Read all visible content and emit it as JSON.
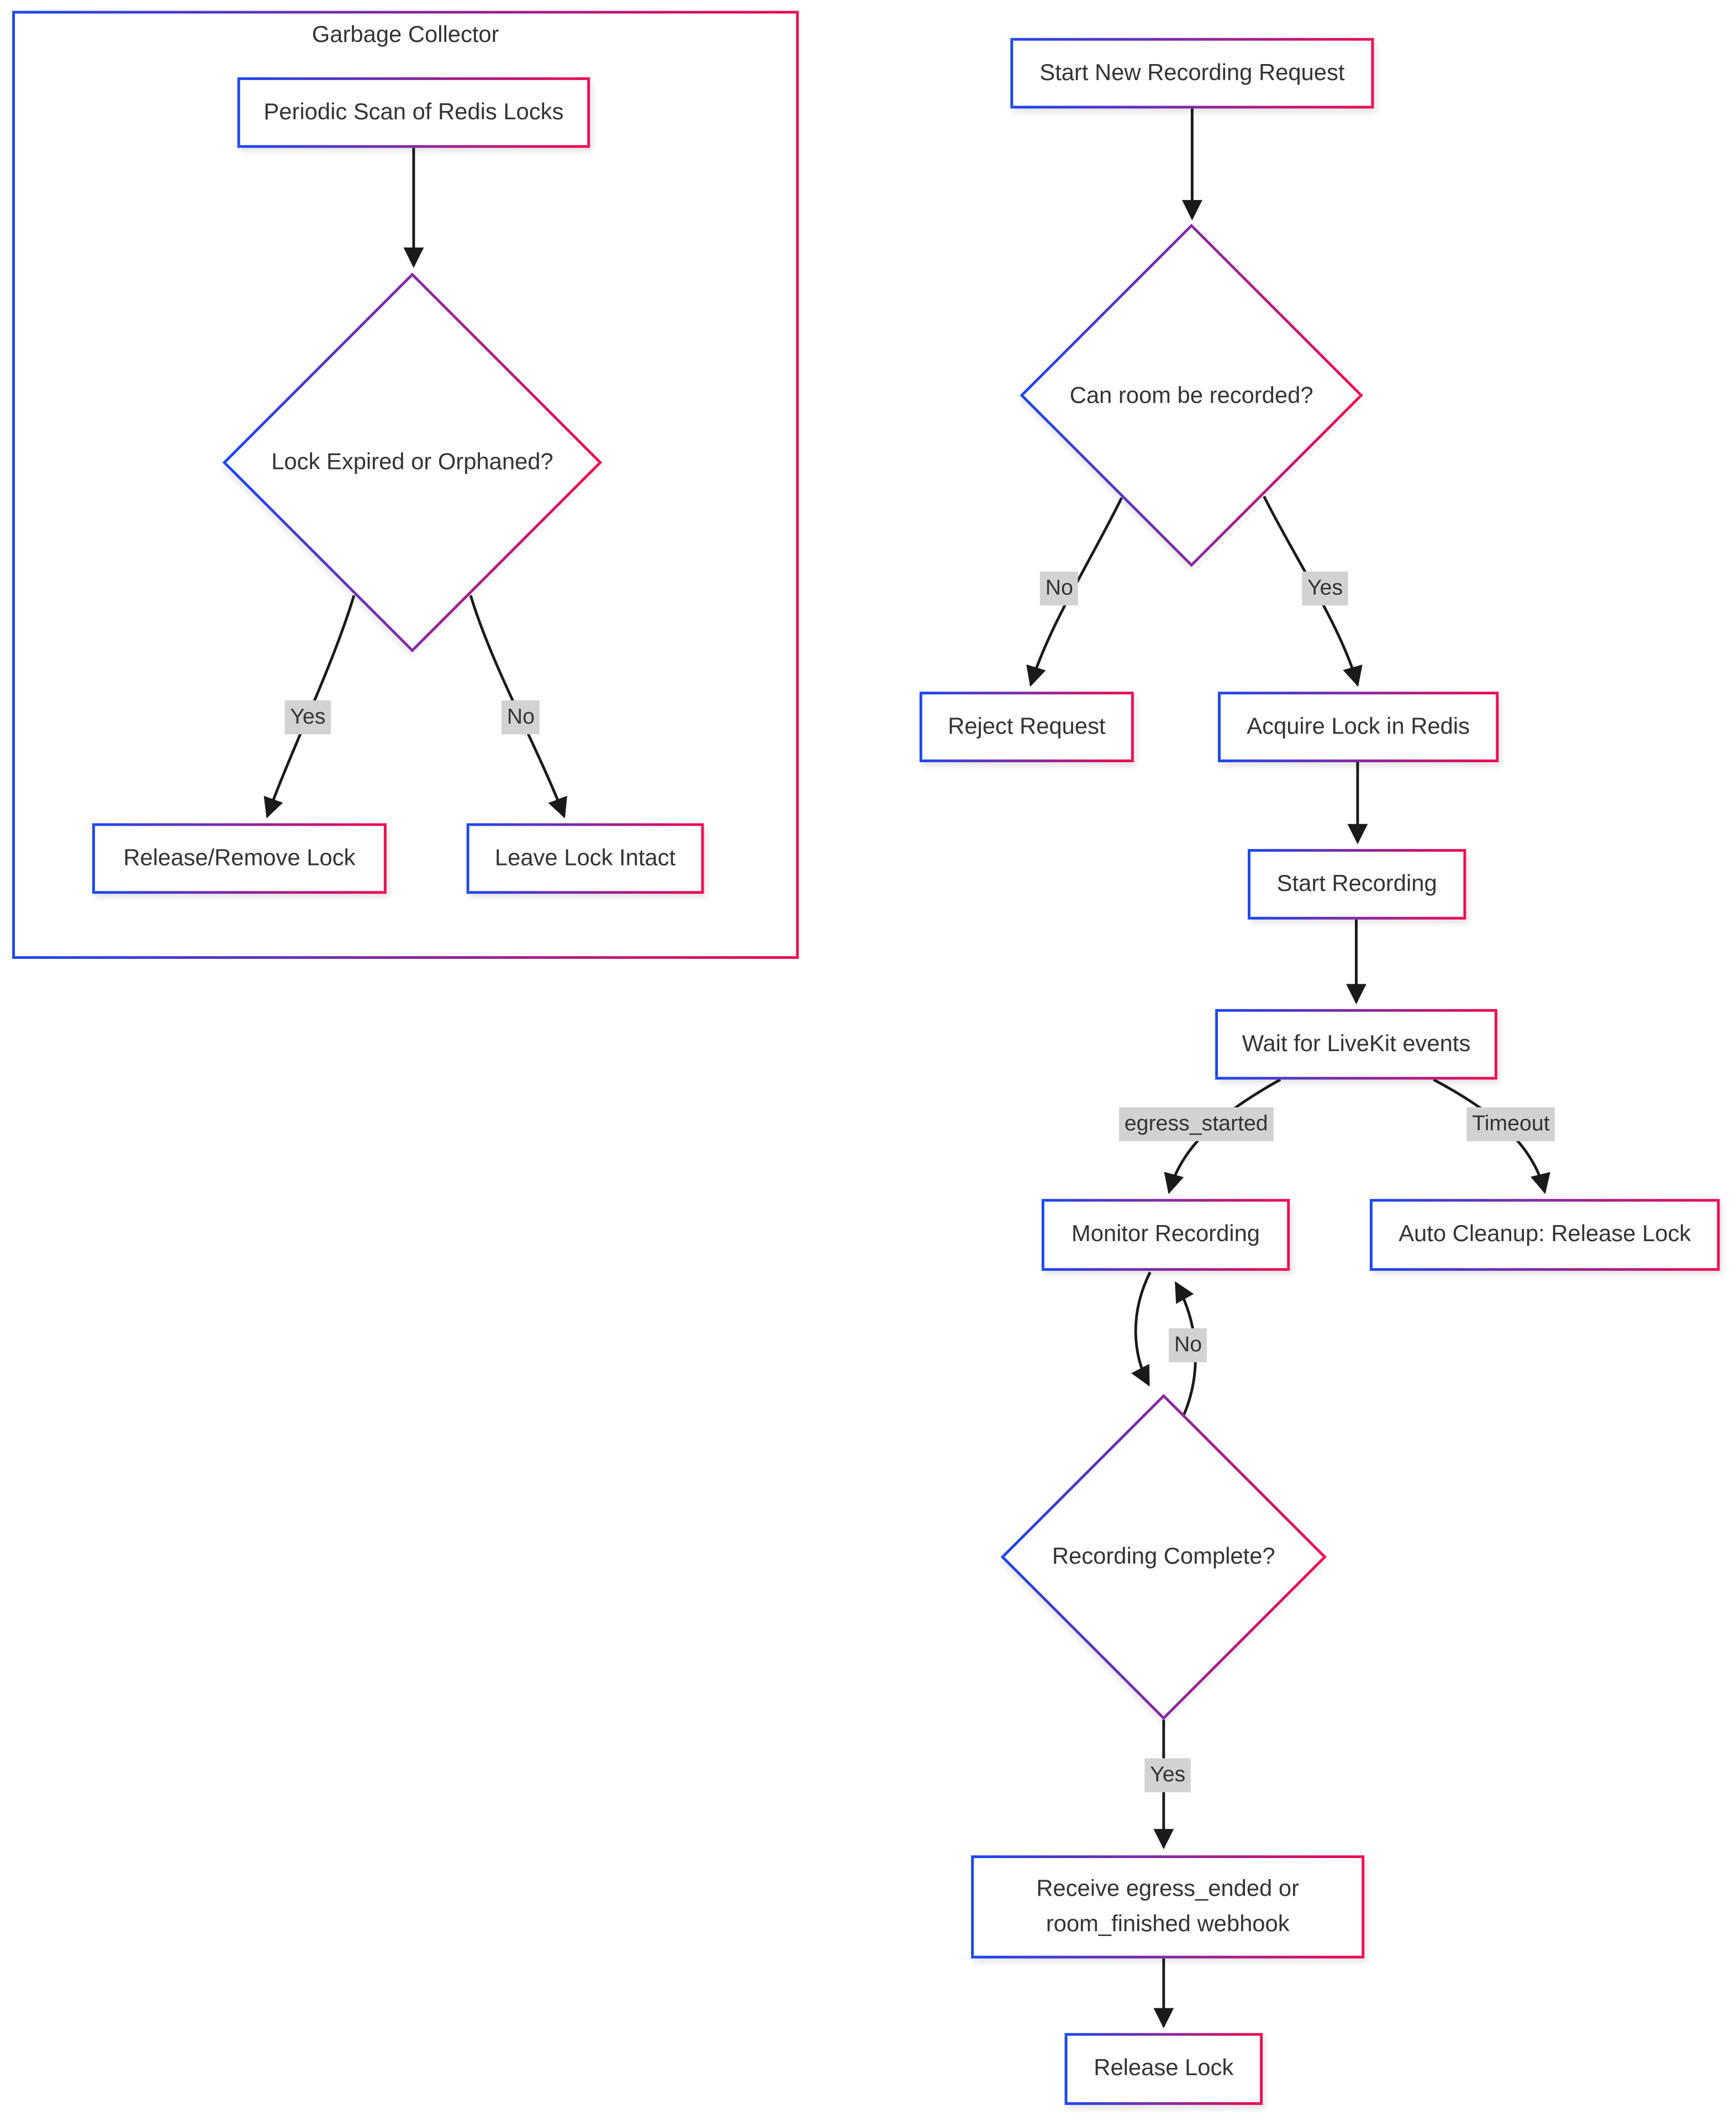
{
  "colors": {
    "gradient_blue": "#1b47ef",
    "gradient_red": "#ef0b51",
    "edge_label_bg": "#d2d2d2",
    "line_color": "#1a1a1a",
    "text_color": "#333333",
    "node_fill": "#ffffff"
  },
  "diagram": {
    "type": "flowchart",
    "subgraph_title": "Garbage Collector",
    "nodes": {
      "periodic_scan": "Periodic Scan of Redis Locks",
      "lock_expired": "Lock Expired or Orphaned?",
      "release_remove": "Release/Remove Lock",
      "leave_intact": "Leave Lock Intact",
      "start_request": "Start New Recording Request",
      "can_record": "Can room be recorded?",
      "reject_request": "Reject Request",
      "acquire_lock": "Acquire Lock in Redis",
      "start_recording": "Start Recording",
      "wait_events": "Wait for LiveKit events",
      "monitor": "Monitor Recording",
      "auto_cleanup": "Auto Cleanup: Release Lock",
      "recording_complete": "Recording Complete?",
      "receive_webhook": "Receive egress_ended or room_finished webhook",
      "release_lock": "Release Lock"
    },
    "edge_labels": {
      "gc_yes": "Yes",
      "gc_no": "No",
      "record_no": "No",
      "record_yes": "Yes",
      "egress_started": "egress_started",
      "timeout": "Timeout",
      "complete_no": "No",
      "complete_yes": "Yes"
    },
    "edges": [
      {
        "from": "periodic_scan",
        "to": "lock_expired",
        "label": ""
      },
      {
        "from": "lock_expired",
        "to": "release_remove",
        "label": "Yes"
      },
      {
        "from": "lock_expired",
        "to": "leave_intact",
        "label": "No"
      },
      {
        "from": "start_request",
        "to": "can_record",
        "label": ""
      },
      {
        "from": "can_record",
        "to": "reject_request",
        "label": "No"
      },
      {
        "from": "can_record",
        "to": "acquire_lock",
        "label": "Yes"
      },
      {
        "from": "acquire_lock",
        "to": "start_recording",
        "label": ""
      },
      {
        "from": "start_recording",
        "to": "wait_events",
        "label": ""
      },
      {
        "from": "wait_events",
        "to": "monitor",
        "label": "egress_started"
      },
      {
        "from": "wait_events",
        "to": "auto_cleanup",
        "label": "Timeout"
      },
      {
        "from": "monitor",
        "to": "recording_complete",
        "label": ""
      },
      {
        "from": "recording_complete",
        "to": "monitor",
        "label": "No"
      },
      {
        "from": "recording_complete",
        "to": "receive_webhook",
        "label": "Yes"
      },
      {
        "from": "receive_webhook",
        "to": "release_lock",
        "label": ""
      }
    ]
  }
}
